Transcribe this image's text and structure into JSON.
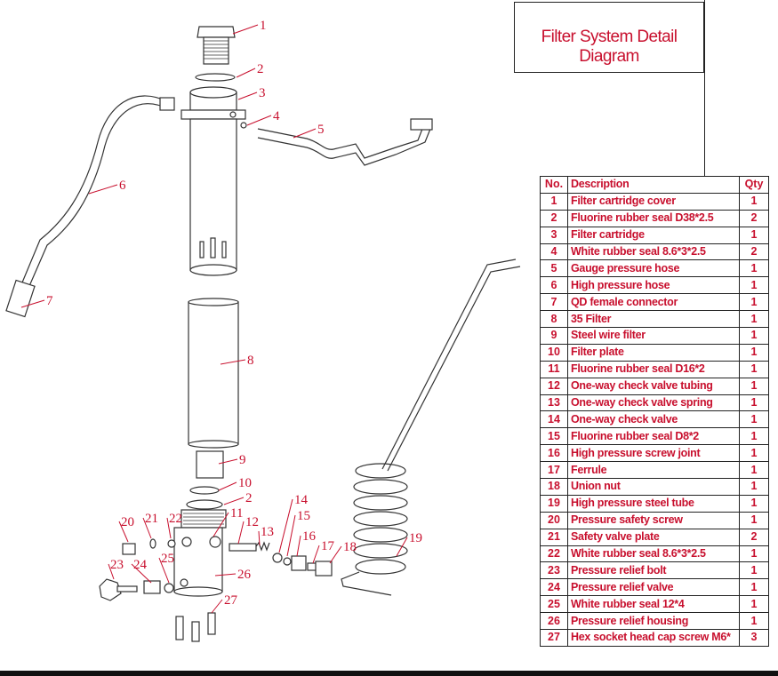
{
  "title": "Filter System Detail Diagram",
  "colors": {
    "accent": "#c8102e",
    "line": "#222222"
  },
  "table": {
    "headers": {
      "no": "No.",
      "description": "Description",
      "qty": "Qty"
    },
    "rows": [
      {
        "no": "1",
        "description": "Filter cartridge cover",
        "qty": "1"
      },
      {
        "no": "2",
        "description": "Fluorine rubber seal D38*2.5",
        "qty": "2"
      },
      {
        "no": "3",
        "description": "Filter cartridge",
        "qty": "1"
      },
      {
        "no": "4",
        "description": "White rubber seal 8.6*3*2.5",
        "qty": "2"
      },
      {
        "no": "5",
        "description": "Gauge pressure hose",
        "qty": "1"
      },
      {
        "no": "6",
        "description": "High pressure hose",
        "qty": "1"
      },
      {
        "no": "7",
        "description": "QD female connector",
        "qty": "1"
      },
      {
        "no": "8",
        "description": "35 Filter",
        "qty": "1"
      },
      {
        "no": "9",
        "description": "Steel wire filter",
        "qty": "1"
      },
      {
        "no": "10",
        "description": "Filter plate",
        "qty": "1"
      },
      {
        "no": "11",
        "description": "Fluorine rubber seal D16*2",
        "qty": "1"
      },
      {
        "no": "12",
        "description": "One-way check valve tubing",
        "qty": "1"
      },
      {
        "no": "13",
        "description": "One-way check valve spring",
        "qty": "1"
      },
      {
        "no": "14",
        "description": "One-way check valve",
        "qty": "1"
      },
      {
        "no": "15",
        "description": "Fluorine rubber seal D8*2",
        "qty": "1"
      },
      {
        "no": "16",
        "description": "High pressure screw joint",
        "qty": "1"
      },
      {
        "no": "17",
        "description": "Ferrule",
        "qty": "1"
      },
      {
        "no": "18",
        "description": "Union nut",
        "qty": "1"
      },
      {
        "no": "19",
        "description": "High pressure steel tube",
        "qty": "1"
      },
      {
        "no": "20",
        "description": "Pressure safety screw",
        "qty": "1"
      },
      {
        "no": "21",
        "description": "Safety valve plate",
        "qty": "2"
      },
      {
        "no": "22",
        "description": "White rubber seal 8.6*3*2.5",
        "qty": "1"
      },
      {
        "no": "23",
        "description": "Pressure relief bolt",
        "qty": "1"
      },
      {
        "no": "24",
        "description": "Pressure relief valve",
        "qty": "1"
      },
      {
        "no": "25",
        "description": "White rubber seal 12*4",
        "qty": "1"
      },
      {
        "no": "26",
        "description": "Pressure relief housing",
        "qty": "1"
      },
      {
        "no": "27",
        "description": "Hex socket head cap screw M6*",
        "qty": "3"
      }
    ]
  },
  "callouts": [
    "1",
    "2",
    "3",
    "4",
    "5",
    "6",
    "7",
    "8",
    "9",
    "10",
    "2",
    "11",
    "12",
    "13",
    "14",
    "15",
    "16",
    "17",
    "18",
    "19",
    "20",
    "21",
    "22",
    "23",
    "24",
    "25",
    "26",
    "27"
  ]
}
